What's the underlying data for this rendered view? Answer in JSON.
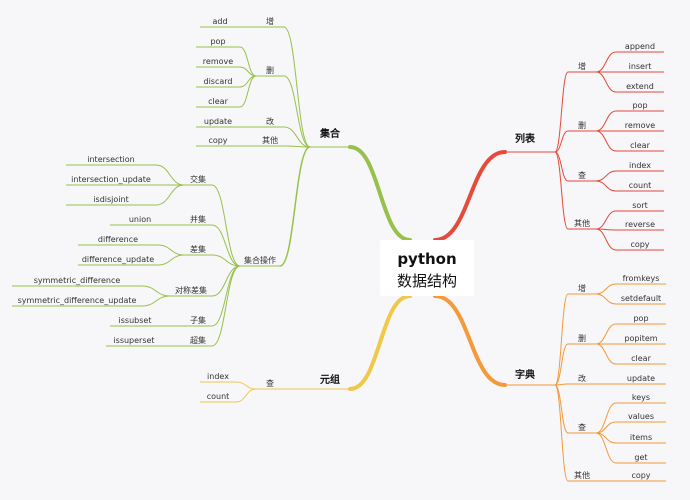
{
  "root": {
    "line1": "python",
    "line2": "数据结构"
  },
  "colors": {
    "list": "#e34b3a",
    "dict": "#f39a3a",
    "tuple": "#f0c84a",
    "set": "#97c14a"
  },
  "branches": {
    "list": {
      "label": "列表",
      "add": {
        "label": "增",
        "leaves": [
          "append",
          "insert",
          "extend"
        ]
      },
      "del": {
        "label": "删",
        "leaves": [
          "pop",
          "remove",
          "clear"
        ]
      },
      "find": {
        "label": "查",
        "leaves": [
          "index",
          "count"
        ]
      },
      "other": {
        "label": "其他",
        "leaves": [
          "sort",
          "reverse",
          "copy"
        ]
      }
    },
    "dict": {
      "label": "字典",
      "add": {
        "label": "增",
        "leaves": [
          "fromkeys",
          "setdefault"
        ]
      },
      "del": {
        "label": "删",
        "leaves": [
          "pop",
          "popitem",
          "clear"
        ]
      },
      "mod": {
        "label": "改",
        "leaves": [
          "update"
        ]
      },
      "find": {
        "label": "查",
        "leaves": [
          "keys",
          "values",
          "items",
          "get"
        ]
      },
      "other": {
        "label": "其他",
        "leaves": [
          "copy"
        ]
      }
    },
    "tuple": {
      "label": "元组",
      "find": {
        "label": "查",
        "leaves": [
          "index",
          "count"
        ]
      }
    },
    "set": {
      "label": "集合",
      "add": {
        "label": "增",
        "leaves": [
          "add"
        ]
      },
      "del": {
        "label": "删",
        "leaves": [
          "pop",
          "remove",
          "discard",
          "clear"
        ]
      },
      "mod": {
        "label": "改",
        "leaves": [
          "update"
        ]
      },
      "other": {
        "label": "其他",
        "leaves": [
          "copy"
        ]
      },
      "ops": {
        "label": "集合操作",
        "inter": {
          "label": "交集",
          "leaves": [
            "intersection",
            "intersection_update",
            "isdisjoint"
          ]
        },
        "union": {
          "label": "并集",
          "leaves": [
            "union"
          ]
        },
        "diff": {
          "label": "差集",
          "leaves": [
            "difference",
            "difference_update"
          ]
        },
        "symdiff": {
          "label": "对称差集",
          "leaves": [
            "symmetric_difference",
            "symmetric_difference_update"
          ]
        },
        "subset": {
          "label": "子集",
          "leaves": [
            "issubset"
          ]
        },
        "superset": {
          "label": "超集",
          "leaves": [
            "issuperset"
          ]
        }
      }
    }
  }
}
